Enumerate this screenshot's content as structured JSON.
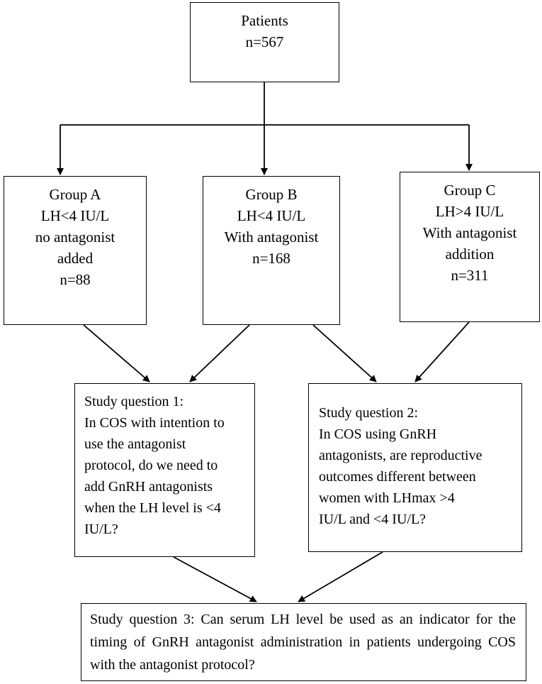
{
  "patients": {
    "title": "Patients",
    "count": "n=567"
  },
  "groups": [
    {
      "lines": [
        "Group A",
        "LH<4 IU/L",
        "no antagonist",
        "added",
        "n=88"
      ]
    },
    {
      "lines": [
        "Group B",
        "LH<4 IU/L",
        "With antagonist",
        "n=168"
      ]
    },
    {
      "lines": [
        "Group C",
        "LH>4 IU/L",
        "With antagonist",
        "addition",
        "n=311"
      ]
    }
  ],
  "question1": {
    "lines": [
      "Study question 1:",
      "In COS with intention to",
      "use the antagonist",
      "protocol, do we need to",
      "add GnRH antagonists",
      "when the LH level is <4",
      "IU/L?"
    ]
  },
  "question2": {
    "lines": [
      "Study question 2:",
      "In COS using GnRH",
      "antagonists, are reproductive",
      "outcomes different between",
      "women with LHmax >4",
      "IU/L and <4 IU/L?"
    ]
  },
  "question3": {
    "text": "Study question 3: Can serum LH level be used as an indicator for the timing of GnRH antagonist administration in patients undergoing COS with the antagonist protocol?"
  }
}
